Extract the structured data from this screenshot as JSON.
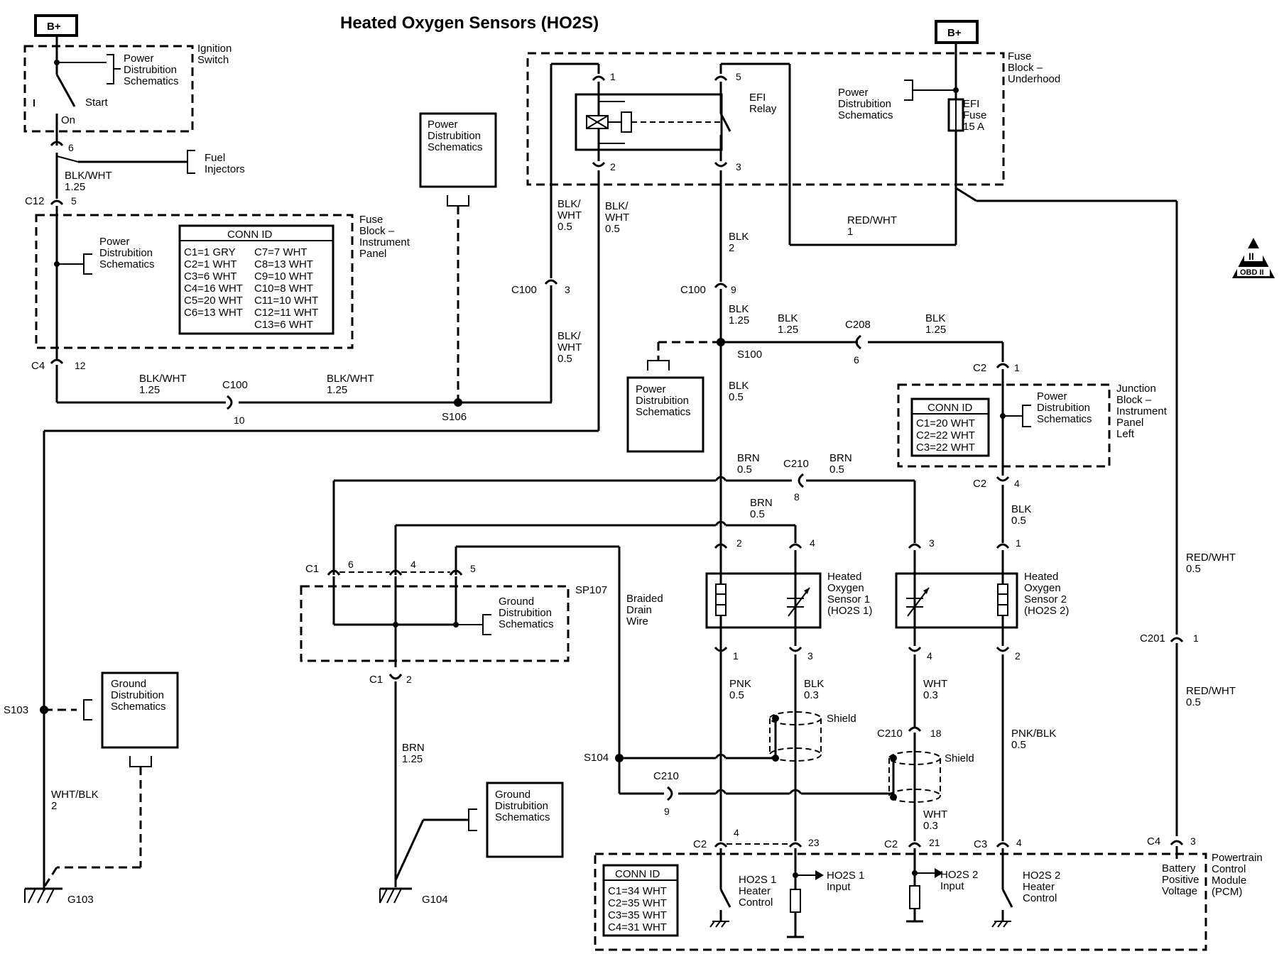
{
  "title": "Heated Oxygen Sensors (HO2S)",
  "battery": "B+",
  "obd": {
    "top": "II",
    "bottom": "OBD II"
  },
  "ignition": {
    "label": [
      "Ignition",
      "Switch"
    ],
    "start": "Start",
    "on": "On",
    "power_ref": [
      "Power",
      "Distrubition",
      "Schematics"
    ]
  },
  "fuel_injectors": [
    "Fuel",
    "Injectors"
  ],
  "fuse_block_ip": {
    "label": [
      "Fuse",
      "Block –",
      "Instrument",
      "Panel"
    ],
    "power_ref": [
      "Power",
      "Distrubition",
      "Schematics"
    ],
    "conn_title": "CONN ID",
    "conn_left": [
      "C1=1 GRY",
      "C2=1 WHT",
      "C3=6 WHT",
      "C4=16 WHT",
      "C5=20 WHT",
      "C6=13 WHT"
    ],
    "conn_right": [
      "C7=7 WHT",
      "C8=13 WHT",
      "C9=10 WHT",
      "C10=8 WHT",
      "C11=10 WHT",
      "C12=11 WHT",
      "C13=6 WHT"
    ]
  },
  "fuse_block_uh": {
    "label": [
      "Fuse",
      "Block –",
      "Underhood"
    ],
    "power_ref": [
      "Power",
      "Distrubition",
      "Schematics"
    ],
    "relay": [
      "EFI",
      "Relay"
    ],
    "fuse": [
      "EFI",
      "Fuse",
      "15 A"
    ]
  },
  "power_ref_mid": [
    "Power",
    "Distrubition",
    "Schematics"
  ],
  "power_ref_s100": [
    "Power",
    "Distrubition",
    "Schematics"
  ],
  "junction_block": {
    "label": [
      "Junction",
      "Block –",
      "Instrument",
      "Panel",
      "Left"
    ],
    "power_ref": [
      "Power",
      "Distrubition",
      "Schematics"
    ],
    "conn_title": "CONN ID",
    "conn": [
      "C1=20 WHT",
      "C2=22 WHT",
      "C3=22 WHT"
    ]
  },
  "sp107": {
    "label": "SP107",
    "ground_ref": [
      "Ground",
      "Distrubition",
      "Schematics"
    ]
  },
  "ground_ref_left": [
    "Ground",
    "Distrubition",
    "Schematics"
  ],
  "ground_ref_g104": [
    "Ground",
    "Distrubition",
    "Schematics"
  ],
  "drain_wire": [
    "Braided",
    "Drain",
    "Wire"
  ],
  "sensor1": [
    "Heated",
    "Oxygen",
    "Sensor 1",
    "(HO2S 1)"
  ],
  "sensor2": [
    "Heated",
    "Oxygen",
    "Sensor 2",
    "(HO2S 2)"
  ],
  "shield": "Shield",
  "pcm": {
    "label": [
      "Powertrain",
      "Control",
      "Module",
      "(PCM)"
    ],
    "conn_title": "CONN ID",
    "conn": [
      "C1=34 WHT",
      "C2=35 WHT",
      "C3=35 WHT",
      "C4=31 WHT"
    ],
    "ho2s1_heater": [
      "HO2S 1",
      "Heater",
      "Control"
    ],
    "ho2s1_input": [
      "HO2S 1",
      "Input"
    ],
    "ho2s2_input": [
      "HO2S 2",
      "Input"
    ],
    "ho2s2_heater": [
      "HO2S 2",
      "Heater",
      "Control"
    ],
    "bat_voltage": [
      "Battery",
      "Positive",
      "Voltage"
    ]
  },
  "grounds": {
    "g103": "G103",
    "g104": "G104"
  },
  "splices": {
    "s100": "S100",
    "s103": "S103",
    "s104": "S104",
    "s106": "S106"
  },
  "wires": {
    "w_ign": [
      "BLK/WHT",
      "1.25"
    ],
    "w_c4_left": [
      "BLK/WHT",
      "1.25"
    ],
    "w_c4_right": [
      "BLK/WHT",
      "1.25"
    ],
    "w_relay2": [
      "BLK/",
      "WHT",
      "0.5"
    ],
    "w_relay2b": [
      "BLK/",
      "WHT",
      "0.5"
    ],
    "w_c100_3": [
      "BLK/",
      "WHT",
      "0.5"
    ],
    "w_relay3": [
      "BLK",
      "2"
    ],
    "w_redwht1": [
      "RED/WHT",
      "1"
    ],
    "w_s100_up": [
      "BLK",
      "1.25"
    ],
    "w_s100_right": [
      "BLK",
      "1.25"
    ],
    "w_c208_right": [
      "BLK",
      "1.25"
    ],
    "w_s100_down": [
      "BLK",
      "0.5"
    ],
    "w_brn_left": [
      "BRN",
      "0.5"
    ],
    "w_brn_right": [
      "BRN",
      "0.5"
    ],
    "w_brn_mid": [
      "BRN",
      "0.5"
    ],
    "w_jb_down": [
      "BLK",
      "0.5"
    ],
    "w_pnk": [
      "PNK",
      "0.5"
    ],
    "w_blk03": [
      "BLK",
      "0.3"
    ],
    "w_wht03": [
      "WHT",
      "0.3"
    ],
    "w_wht03b": [
      "WHT",
      "0.3"
    ],
    "w_pnkblk": [
      "PNK/BLK",
      "0.5"
    ],
    "w_brn125": [
      "BRN",
      "1.25"
    ],
    "w_whtblk": [
      "WHT/BLK",
      "2"
    ],
    "w_redwht_a": [
      "RED/WHT",
      "0.5"
    ],
    "w_redwht_b": [
      "RED/WHT",
      "0.5"
    ]
  },
  "connectors": {
    "c12": "C12",
    "c12_pin": "5",
    "ign_pin": "6",
    "c4": "C4",
    "c4_pin": "12",
    "c100_a": "C100",
    "c100_a_pin": "10",
    "c100_b": "C100",
    "c100_b_pin": "3",
    "c100_c": "C100",
    "c100_c_pin": "9",
    "relay_p1": "1",
    "relay_p2": "2",
    "relay_p3": "3",
    "relay_p5": "5",
    "c208": "C208",
    "c208_pin": "6",
    "c2_jb_top": "C2",
    "c2_jb_top_pin": "1",
    "c2_jb_bot": "C2",
    "c2_jb_bot_pin": "4",
    "c210_a": "C210",
    "c210_a_pin": "8",
    "c1_top": "C1",
    "c1_p6": "6",
    "c1_p4": "4",
    "c1_p5": "5",
    "c1_bot": "C1",
    "c1_bot_pin": "2",
    "s1_p2": "2",
    "s1_p4": "4",
    "s1_p1": "1",
    "s1_p3": "3",
    "s2_p3": "3",
    "s2_p1": "1",
    "s2_p4": "4",
    "s2_p2": "2",
    "c210_b": "C210",
    "c210_b_pin": "18",
    "c210_c": "C210",
    "c210_c_pin": "9",
    "c201": "C201",
    "c201_pin": "1",
    "pcm_c2a": "C2",
    "pcm_c2a_pin": "4",
    "pcm_c2a_pin2": "23",
    "pcm_c2b": "C2",
    "pcm_c2b_pin": "21",
    "pcm_c3": "C3",
    "pcm_c3_pin": "4",
    "pcm_c4": "C4",
    "pcm_c4_pin": "3"
  }
}
